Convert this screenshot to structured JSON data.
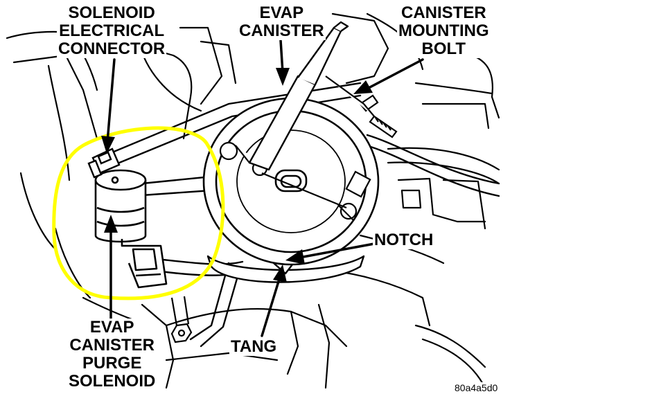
{
  "labels": {
    "solenoid_connector": [
      "SOLENOID",
      "ELECTRICAL",
      "CONNECTOR"
    ],
    "evap_canister": [
      "EVAP",
      "CANISTER"
    ],
    "mounting_bolt": [
      "CANISTER",
      "MOUNTING",
      "BOLT"
    ],
    "notch": "NOTCH",
    "tang": "TANG",
    "purge_solenoid": [
      "EVAP",
      "CANISTER",
      "PURGE",
      "SOLENOID"
    ]
  },
  "figure_id": "80a4a5d0",
  "highlight_color": "#ffff00"
}
